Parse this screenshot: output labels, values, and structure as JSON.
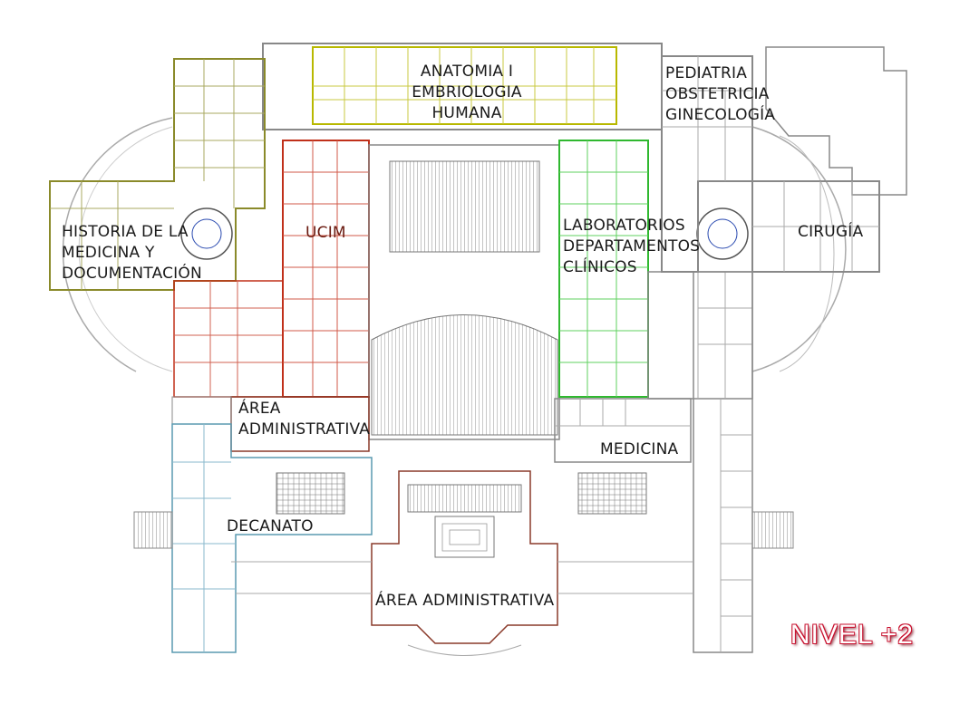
{
  "floor_level": "NIVEL +2",
  "zones": {
    "anatomia": {
      "label": "ANATOMIA I\nEMBRIOLOGIA\nHUMANA",
      "color": "#b8b800"
    },
    "pediatria": {
      "label": "PEDIATRIA\nOBSTETRICIA\nGINECOLOGÍA",
      "color": "#555555"
    },
    "historia": {
      "label": "HISTORIA DE LA\nMEDICINA Y\nDOCUMENTACIÓN",
      "color": "#8a8a2a"
    },
    "ucim": {
      "label": "UCIM",
      "color": "#c0301a"
    },
    "laboratorios": {
      "label": "LABORATORIOS\nDEPARTAMENTOS\nCLÍNICOS",
      "color": "#2fb82f"
    },
    "cirugia": {
      "label": "CIRUGÍA",
      "color": "#555555"
    },
    "area_admin_left": {
      "label": "ÁREA\nADMINISTRATIVA",
      "color": "#8a3a2a"
    },
    "medicina": {
      "label": "MEDICINA",
      "color": "#555555"
    },
    "decanato": {
      "label": "DECANATO",
      "color": "#5a9ab0"
    },
    "area_admin_bottom": {
      "label": "ÁREA ADMINISTRATIVA",
      "color": "#8a3a2a"
    }
  }
}
